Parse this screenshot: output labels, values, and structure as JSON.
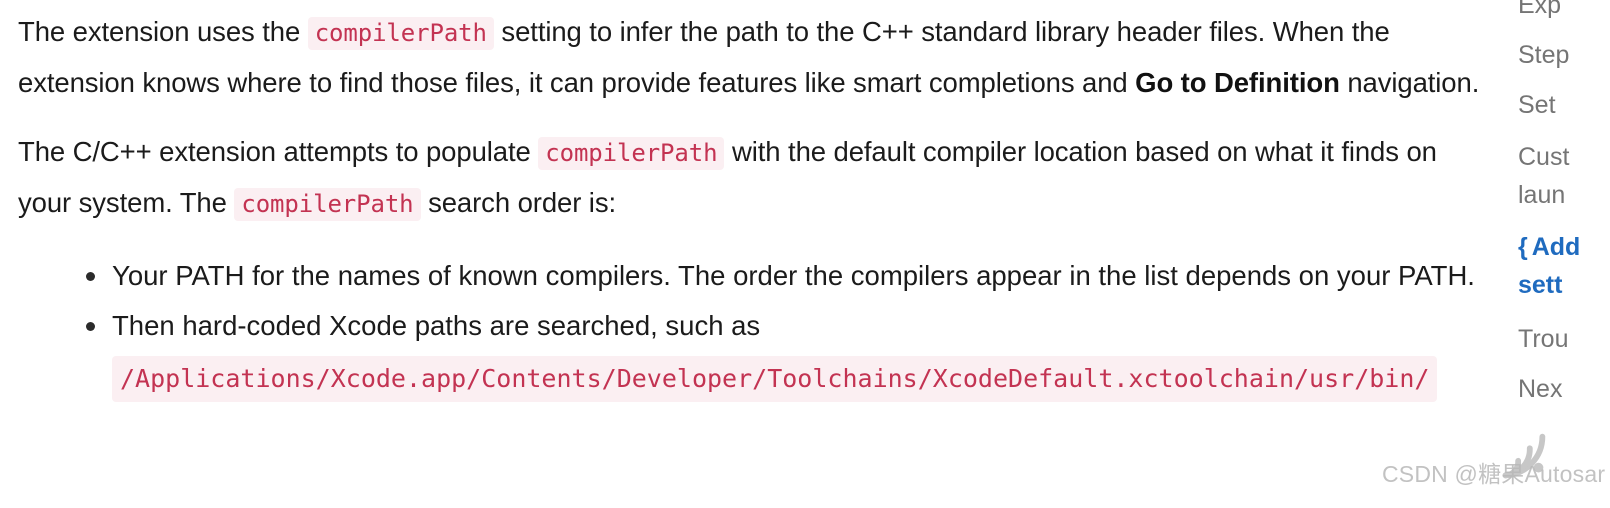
{
  "article": {
    "paragraph_1": {
      "part_1": "The extension uses the ",
      "code_1": "compilerPath",
      "part_2": " setting to infer the path to the C++ standard library header files. When the extension knows where to find those files, it can provide features like smart completions and ",
      "bold_1": "Go to Definition",
      "part_3": " navigation."
    },
    "paragraph_2": {
      "part_1": "The C/C++ extension attempts to populate ",
      "code_1": "compilerPath",
      "part_2": " with the default compiler location based on what it finds on your system. The ",
      "code_2": "compilerPath",
      "part_3": " search order is:"
    },
    "bullets": [
      {
        "text": "Your PATH for the names of known compilers. The order the compilers appear in the list depends on your PATH."
      },
      {
        "text": "Then hard-coded Xcode paths are searched, such as",
        "code_line": "/Applications/Xcode.app/Contents/Developer/Toolchains/XcodeDefault.xctoolchain/usr/bin/"
      }
    ]
  },
  "toc": {
    "items": [
      {
        "label": "Exp",
        "active": false
      },
      {
        "label": "Step",
        "active": false
      },
      {
        "label": "Set ",
        "active": false
      },
      {
        "label": "Cust laun",
        "active": false
      },
      {
        "label": "Add sett",
        "active": true,
        "prefix": "{"
      },
      {
        "label": "Trou",
        "active": false
      },
      {
        "label": "Nex",
        "active": false
      }
    ],
    "active_color": "#1f6bbf",
    "inactive_color": "#757575"
  },
  "watermark": {
    "text": "CSDN @糖果Autosar",
    "logo_icon": "csdn-wifi-logo",
    "color": "#b8b8b8"
  },
  "theme": {
    "background": "#ffffff",
    "text": "#1b1b1b",
    "code_text": "#c33352",
    "code_background": "#fbeff2"
  }
}
